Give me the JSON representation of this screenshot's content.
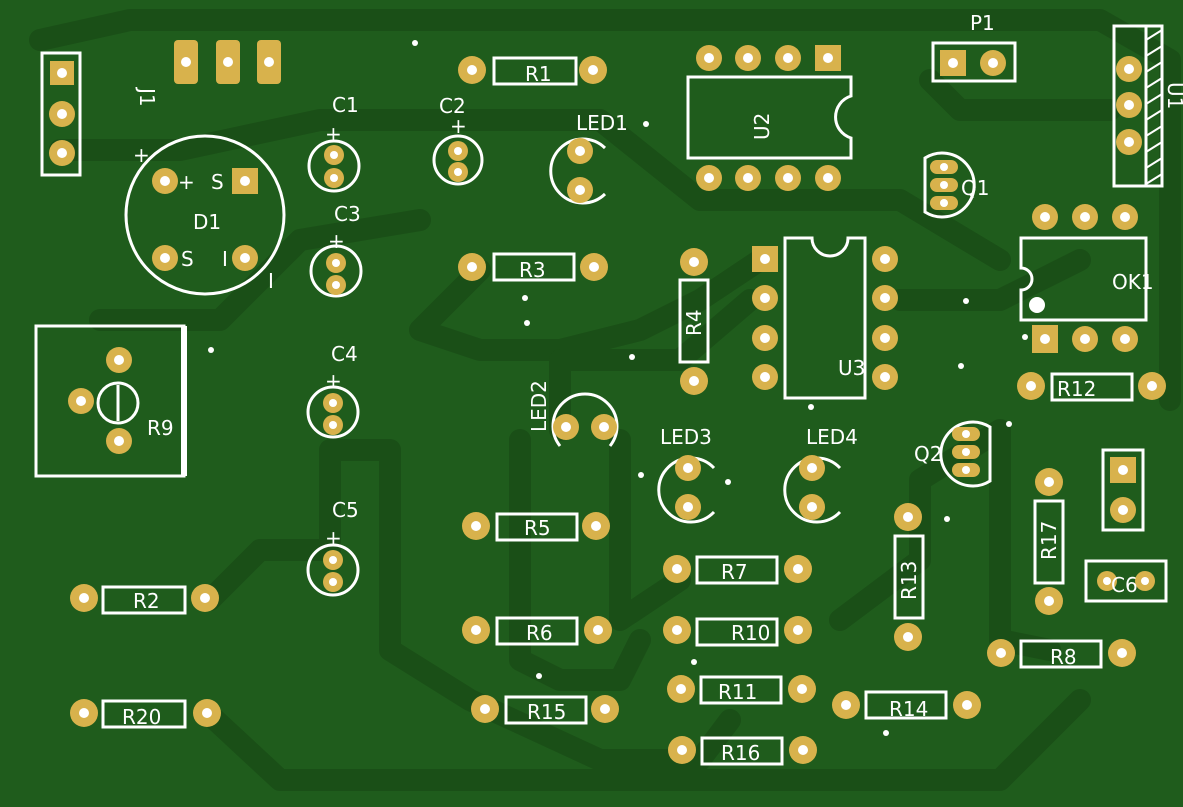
{
  "board": {
    "copper_color": "#1f5c1c",
    "trace_color": "#1a4f17",
    "pad_color": "#d8b24c",
    "silk_color": "#ffffff"
  },
  "labels": {
    "j1": "J1",
    "d1": "D1",
    "d1_plus_a": "+",
    "d1_plus_b": "+",
    "d1_s_a": "S",
    "d1_s_b": "S",
    "d1_i": "I",
    "d1_bar": "I",
    "c1": "C1",
    "c2": "C2",
    "c3": "C3",
    "c4": "C4",
    "c5": "C5",
    "c6": "C6",
    "plus": "+",
    "r1": "R1",
    "r2": "R2",
    "r3": "R3",
    "r4": "R4",
    "r5": "R5",
    "r6": "R6",
    "r7": "R7",
    "r8": "R8",
    "r9": "R9",
    "r10": "R10",
    "r11": "R11",
    "r12": "R12",
    "r13": "R13",
    "r14": "R14",
    "r15": "R15",
    "r16": "R16",
    "r17": "R17",
    "r20": "R20",
    "led1": "LED1",
    "led2": "LED2",
    "led3": "LED3",
    "led4": "LED4",
    "u1": "U1",
    "u2": "U2",
    "u3": "U3",
    "q1": "Q1",
    "q2": "Q2",
    "p1": "P1",
    "ok1": "OK1"
  }
}
